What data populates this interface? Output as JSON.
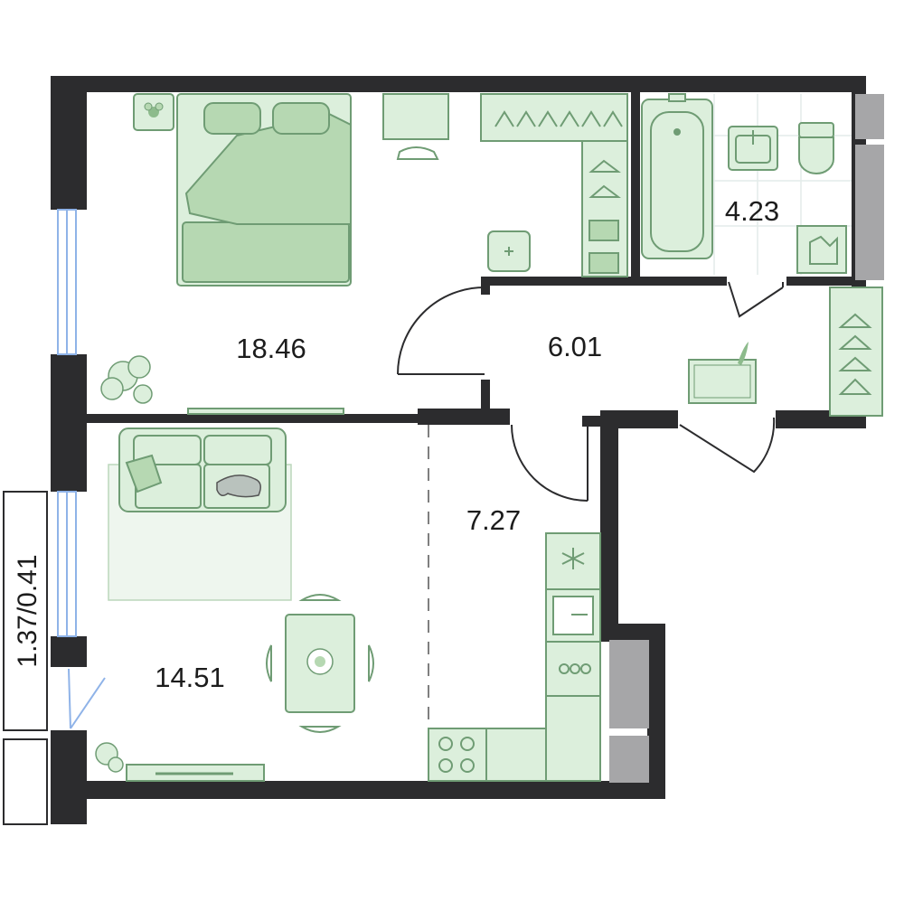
{
  "rooms": {
    "bedroom": {
      "area": "18.46"
    },
    "bathroom": {
      "area": "4.23"
    },
    "hallway": {
      "area": "6.01"
    },
    "kitchen": {
      "area": "7.27"
    },
    "living": {
      "area": "14.51"
    }
  },
  "balcony": {
    "label": "1.37/0.41"
  },
  "colors": {
    "wall": "#2c2c2e",
    "furniture_fill": "#dcefdc",
    "furniture_dark": "#b6d8b2",
    "furniture_stroke": "#6f9c74",
    "window": "#8fb3e8",
    "shaft": "#a6a6a8"
  },
  "icons": [
    "plant-icon",
    "cat-icon",
    "snowflake-icon",
    "hanger-icon",
    "flower-icon"
  ]
}
